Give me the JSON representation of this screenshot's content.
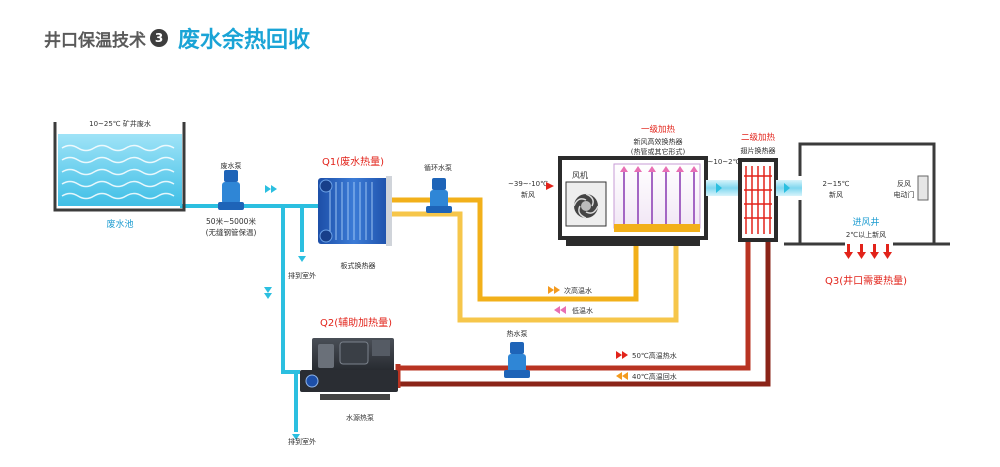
{
  "header": {
    "subtitle": "井口保温技术",
    "badge": "3",
    "title": "废水余热回收"
  },
  "colors": {
    "accent_blue": "#1aa4d6",
    "red": "#e2231a",
    "orange": "#f39a1e",
    "pipe_red": "#b83322",
    "pipe_yellow": "#f2b01a",
    "pipe_cyan": "#2bbfe0",
    "pink": "#e86fb4"
  },
  "pool": {
    "temp": "10~25℃ 矿井废水",
    "name": "废水池"
  },
  "pump_waste": {
    "label": "废水泵"
  },
  "pipe_note": {
    "line1": "50米~5000米",
    "line2": "(无缝钢管保温)"
  },
  "drain1": {
    "label": "排到室外"
  },
  "drain2": {
    "label": "排到室外"
  },
  "hx": {
    "q_label": "Q1(废水热量)",
    "name": "板式换热器"
  },
  "pump_circ": {
    "label": "循环水泵"
  },
  "heatpump": {
    "q_label": "Q2(辅助加热量)",
    "name": "水源热泵"
  },
  "pump_hot": {
    "label": "热水泵"
  },
  "lines": {
    "mid_temp": "次高温水",
    "low_temp": "低温水",
    "hot_supply": "50℃高温热水",
    "hot_return": "40℃高温回水"
  },
  "ahu": {
    "intake_temp": "~39~-10℃",
    "intake_label": "新风",
    "fan": "风机",
    "stage1_title": "一级加热",
    "stage1_sub1": "新风高效换热器",
    "stage1_sub2": "(热管或其它形式)",
    "mid_temp": "~10~2℃"
  },
  "stage2": {
    "title": "二级加热",
    "sub": "翅片换热器"
  },
  "shaft": {
    "temp": "2~15℃",
    "air": "新风",
    "door1": "反风",
    "door2": "电动门",
    "name": "进风井",
    "note": "2℃以上新风",
    "q_label": "Q3(井口需要热量)"
  }
}
